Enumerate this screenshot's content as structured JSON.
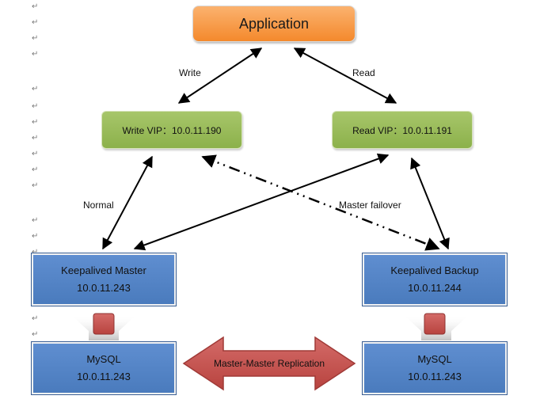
{
  "nodes": {
    "application": "Application",
    "write_vip": "Write VIP：10.0.11.190",
    "read_vip": "Read VIP：10.0.11.191",
    "keepalived_master": {
      "title": "Keepalived Master",
      "ip": "10.0.11.243"
    },
    "keepalived_backup": {
      "title": "Keepalived Backup",
      "ip": "10.0.11.244"
    },
    "mysql_left": {
      "title": "MySQL",
      "ip": "10.0.11.243"
    },
    "mysql_right": {
      "title": "MySQL",
      "ip": "10.0.11.243"
    }
  },
  "edges": {
    "write": "Write",
    "read": "Read",
    "normal": "Normal",
    "master_failover": "Master failover",
    "replication": "Master-Master Replication"
  },
  "colors": {
    "application": "#f4892c",
    "vip": "#9bbb59",
    "server": "#4f81bd",
    "link_arrow": "#c0504d"
  },
  "margin_marks": [
    "↵",
    "↵",
    "↵",
    "↵",
    "↵",
    "↵",
    "↵",
    "↵",
    "↵",
    "↵",
    "↵",
    "↵",
    "↵",
    "↵",
    "↵",
    "↵",
    "↵",
    "↵",
    "↵",
    "↵"
  ]
}
